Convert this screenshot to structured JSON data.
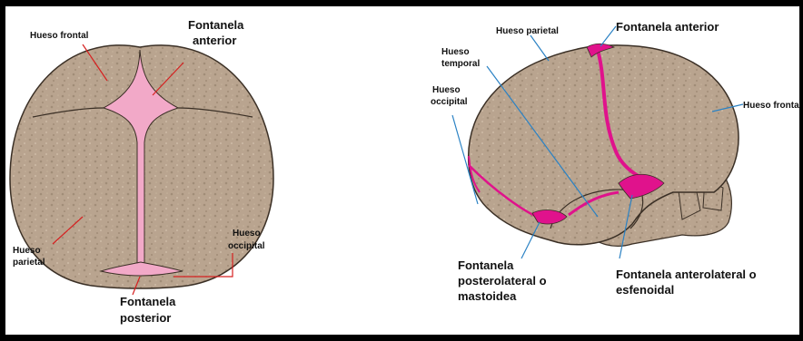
{
  "colors": {
    "bone": "#b9a48f",
    "bone_edge": "#3a2f25",
    "fontanelle_pink": "#f2a9c8",
    "fontanelle_magenta": "#e0128c",
    "leader_blue": "#2b82c4",
    "leader_red": "#d62020"
  },
  "top_view": {
    "hueso_frontal": "Hueso frontal",
    "fontanela_anterior": [
      "Fontanela",
      "anterior"
    ],
    "hueso_parietal": [
      "Hueso",
      "parietal"
    ],
    "hueso_occipital": [
      "Hueso",
      "occipital"
    ],
    "fontanela_posterior": [
      "Fontanela",
      "posterior"
    ]
  },
  "side_view": {
    "hueso_parietal": "Hueso parietal",
    "fontanela_anterior": "Fontanela anterior",
    "hueso_temporal": [
      "Hueso",
      "temporal"
    ],
    "hueso_occipital": [
      "Hueso",
      "occipital"
    ],
    "hueso_frontal": "Hueso frontal",
    "fontanela_posterolateral": [
      "Fontanela",
      "posterolateral o",
      "mastoidea"
    ],
    "fontanela_anterolateral": [
      "Fontanela anterolateral o",
      "esfenoidal"
    ]
  }
}
